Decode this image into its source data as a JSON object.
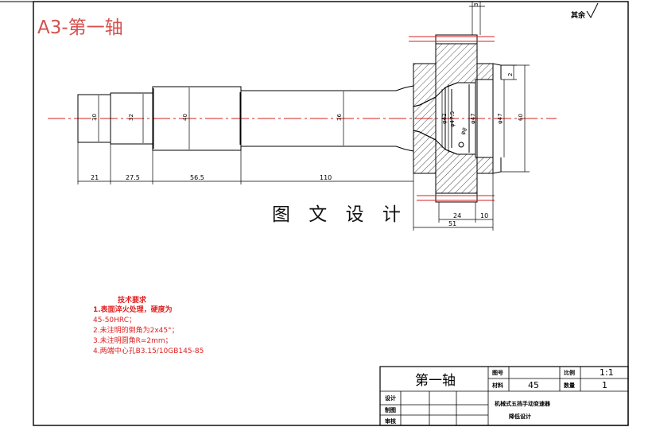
{
  "sheet_title": "A3-第一轴",
  "roughness_label": "其余",
  "watermark": "图 文 设 计",
  "diameters": {
    "d30": "30",
    "d32": "32",
    "d40": "40",
    "d36": "36",
    "d42": "φ42",
    "d475a": "φ47.5",
    "d47a": "φ47",
    "d47b": "φ47",
    "d60": "60",
    "d8": "φ8"
  },
  "lengths": {
    "l21": "21",
    "l275": "27.5",
    "l565": "56.5",
    "l110": "110",
    "l24": "24",
    "l10": "10",
    "l51": "51",
    "l2": "2",
    "l3": "3"
  },
  "tech": {
    "heading": "技术要求",
    "line1": "1.表面淬火处理，硬度为",
    "line1b": "45-50HRC；",
    "line2": "2.未注明的倒角为2x45°；",
    "line3": "3.未注明圆角R=2mm；",
    "line4": "4.两端中心孔B3.15/10GB145-85"
  },
  "title_block": {
    "part_name": "第一轴",
    "label_tuhao": "图号",
    "label_cailiao": "材料",
    "material": "45",
    "label_bili": "比例",
    "scale": "1:1",
    "label_shuliang": "数量",
    "qty": "1",
    "label_sheji": "设计",
    "label_zhitu": "制图",
    "label_shenhe": "审核",
    "project_line1": "机械式五挡手动变速器",
    "project_line2": "降低设计"
  }
}
